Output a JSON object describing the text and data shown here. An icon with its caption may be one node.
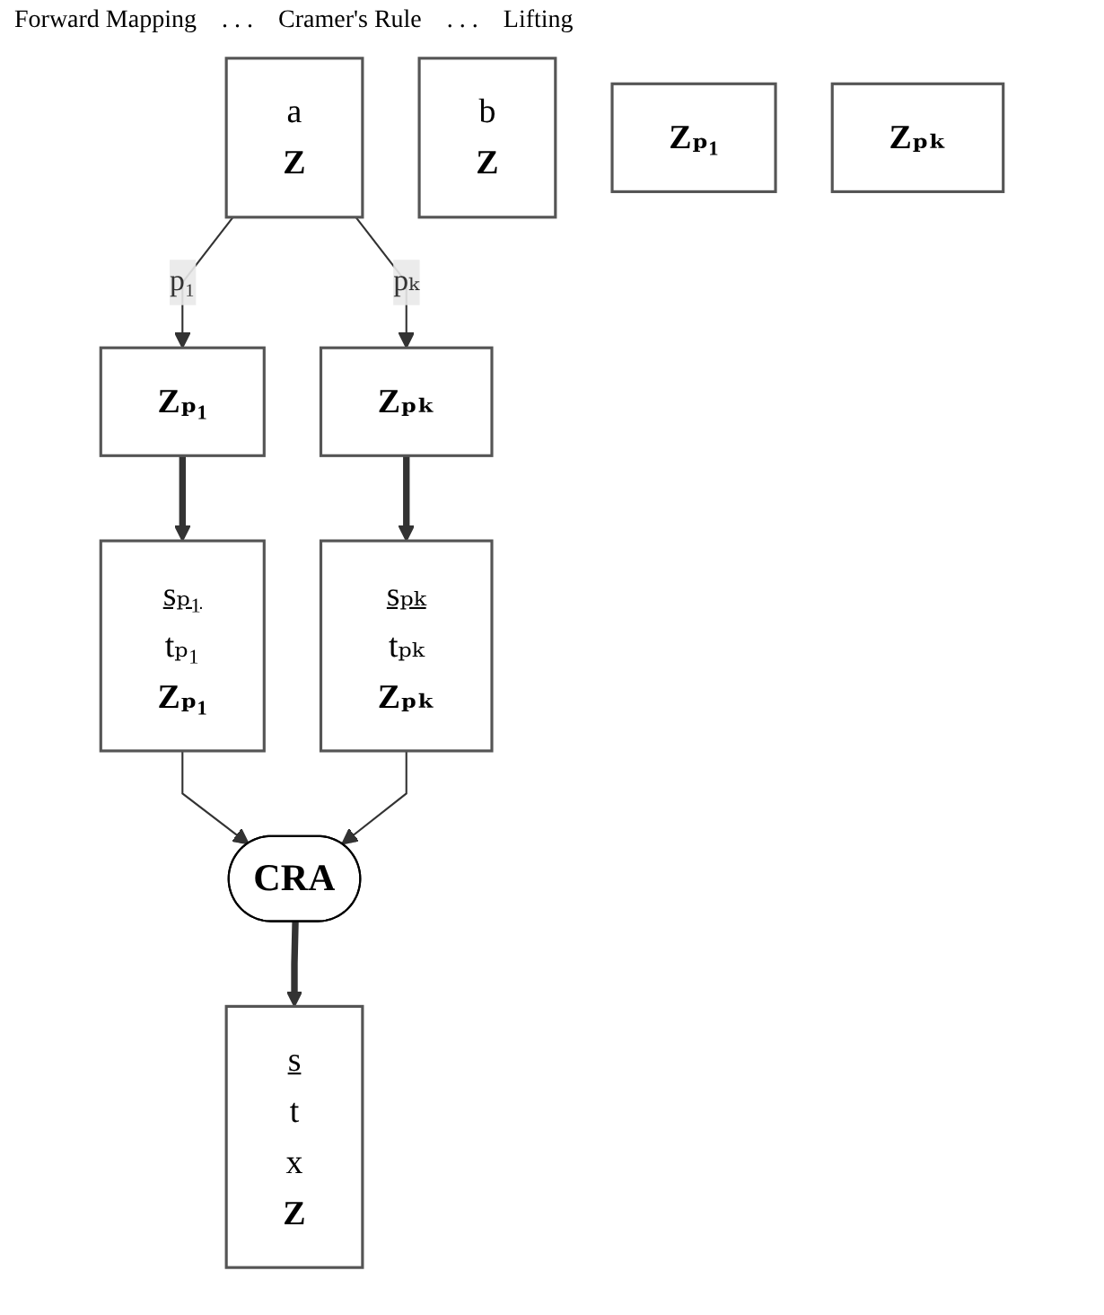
{
  "diagram": {
    "nodes": [
      {
        "text": [
          "a",
          "Z"
        ]
      },
      {
        "text": [
          "b",
          "Z"
        ]
      },
      {
        "text": [
          "Zₚ₁"
        ]
      },
      {
        "text": [
          "Zₚ₁"
        ]
      },
      {
        "text": [
          "Zₚₖ"
        ]
      },
      {
        "text": [
          "Zₚₖ"
        ]
      },
      {
        "text": [
          "sₚ₁",
          "tₚ₁",
          "Zₚ₁"
        ]
      },
      {
        "text": [
          "sₚₖ",
          "tₚₖ",
          "Zₚₖ"
        ]
      },
      {
        "text": [
          "CRA"
        ]
      },
      {
        "text": [
          "s",
          "t",
          "x",
          "Z"
        ]
      }
    ],
    "edges": [
      {
        "from": 0,
        "to": 2,
        "arrow": "to",
        "label": "p₁"
      },
      {
        "from": 0,
        "to": 4,
        "arrow": "to",
        "label": "pₖ"
      },
      {
        "from": 2,
        "to": 6,
        "arrow": "to",
        "style": "thick"
      },
      {
        "from": 4,
        "to": 7,
        "arrow": "to",
        "style": "thick"
      },
      {
        "from": 6,
        "to": 8,
        "arrow": "to"
      },
      {
        "from": 7,
        "to": 8,
        "arrow": "to"
      },
      {
        "from": 8,
        "to": 9,
        "arrow": "to",
        "style": "thick"
      }
    ],
    "labels": [
      "Forward Mapping",
      ". . .",
      "Cramer's Rule",
      ". . .",
      "Lifting"
    ]
  }
}
